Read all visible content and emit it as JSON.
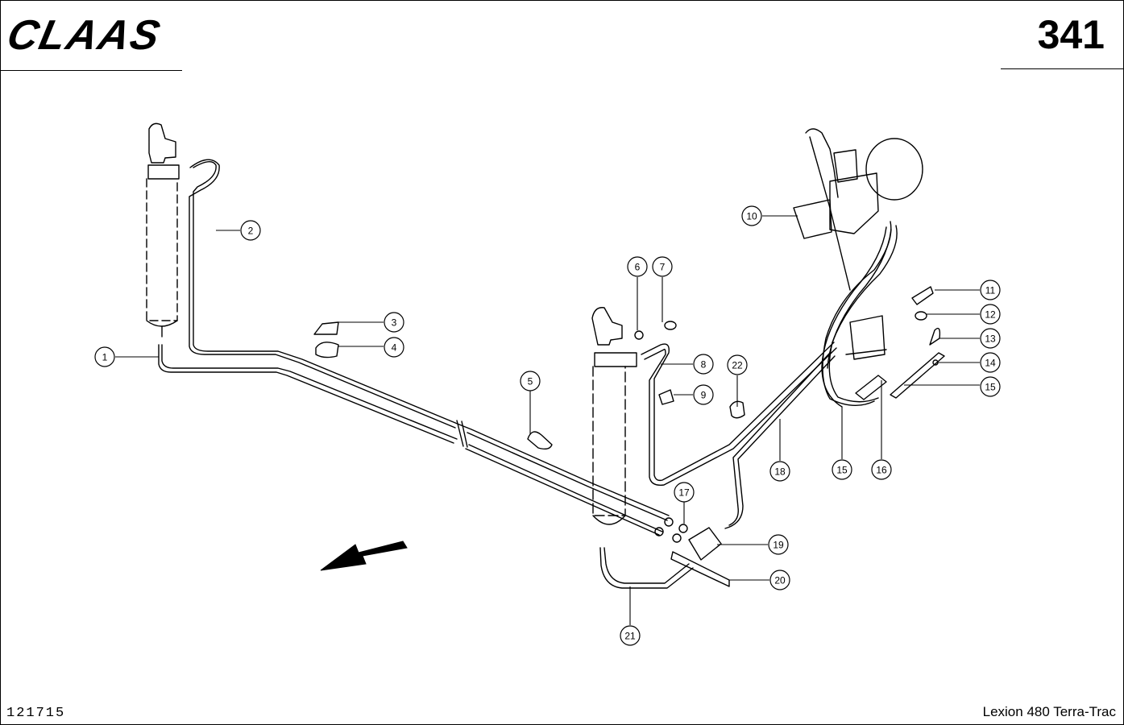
{
  "header": {
    "brand_logo": "CLAAS",
    "page_number": "341"
  },
  "footer": {
    "document_id": "121715",
    "machine_model": "Lexion 480 Terra-Trac"
  },
  "callouts": [
    {
      "id": "c1",
      "label": "1"
    },
    {
      "id": "c2",
      "label": "2"
    },
    {
      "id": "c3",
      "label": "3"
    },
    {
      "id": "c4",
      "label": "4"
    },
    {
      "id": "c5",
      "label": "5"
    },
    {
      "id": "c6",
      "label": "6"
    },
    {
      "id": "c7",
      "label": "7"
    },
    {
      "id": "c8",
      "label": "8"
    },
    {
      "id": "c9",
      "label": "9"
    },
    {
      "id": "c10",
      "label": "10"
    },
    {
      "id": "c11",
      "label": "11"
    },
    {
      "id": "c12",
      "label": "12"
    },
    {
      "id": "c13",
      "label": "13"
    },
    {
      "id": "c14",
      "label": "14"
    },
    {
      "id": "c15a",
      "label": "15"
    },
    {
      "id": "c15b",
      "label": "15"
    },
    {
      "id": "c16",
      "label": "16"
    },
    {
      "id": "c17",
      "label": "17"
    },
    {
      "id": "c18",
      "label": "18"
    },
    {
      "id": "c19",
      "label": "19"
    },
    {
      "id": "c20",
      "label": "20"
    },
    {
      "id": "c21",
      "label": "21"
    },
    {
      "id": "c22",
      "label": "22"
    }
  ]
}
